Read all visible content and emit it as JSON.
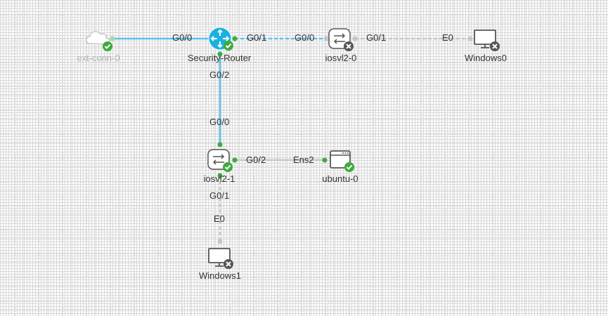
{
  "colors": {
    "link_active": "#5bc0eb",
    "link_inactive": "#c7c7c7",
    "endpoint_up": "#3cab3c",
    "endpoint_down": "#c7c7c7",
    "router_fill": "#1ab1e0",
    "status_ok": "#3cab3c",
    "status_stopped": "#555555"
  },
  "nodes": [
    {
      "id": "ext-conn-0",
      "label": "ext-conn-0",
      "type": "cloud-icon",
      "status": "ok",
      "muted": true
    },
    {
      "id": "security-router",
      "label": "Security-Router",
      "type": "router-icon",
      "status": "ok"
    },
    {
      "id": "iosvl2-0",
      "label": "iosvl2-0",
      "type": "switch-icon",
      "status": "stopped"
    },
    {
      "id": "windows0",
      "label": "Windows0",
      "type": "desktop-icon",
      "status": "stopped"
    },
    {
      "id": "iosvl2-1",
      "label": "iosvl2-1",
      "type": "switch-icon",
      "status": "ok"
    },
    {
      "id": "ubuntu-0",
      "label": "ubuntu-0",
      "type": "server-icon",
      "status": "ok"
    },
    {
      "id": "windows1",
      "label": "Windows1",
      "type": "desktop-icon",
      "status": "stopped"
    }
  ],
  "interfaces": {
    "router_g00": "G0/0",
    "router_g01": "G0/1",
    "router_g02": "G0/2",
    "sw0_g00": "G0/0",
    "sw0_g01": "G0/1",
    "win0_e0": "E0",
    "sw1_g00": "G0/0",
    "sw1_g02": "G0/2",
    "sw1_g01": "G0/1",
    "ubuntu_ens2": "Ens2",
    "win1_e0": "E0"
  }
}
